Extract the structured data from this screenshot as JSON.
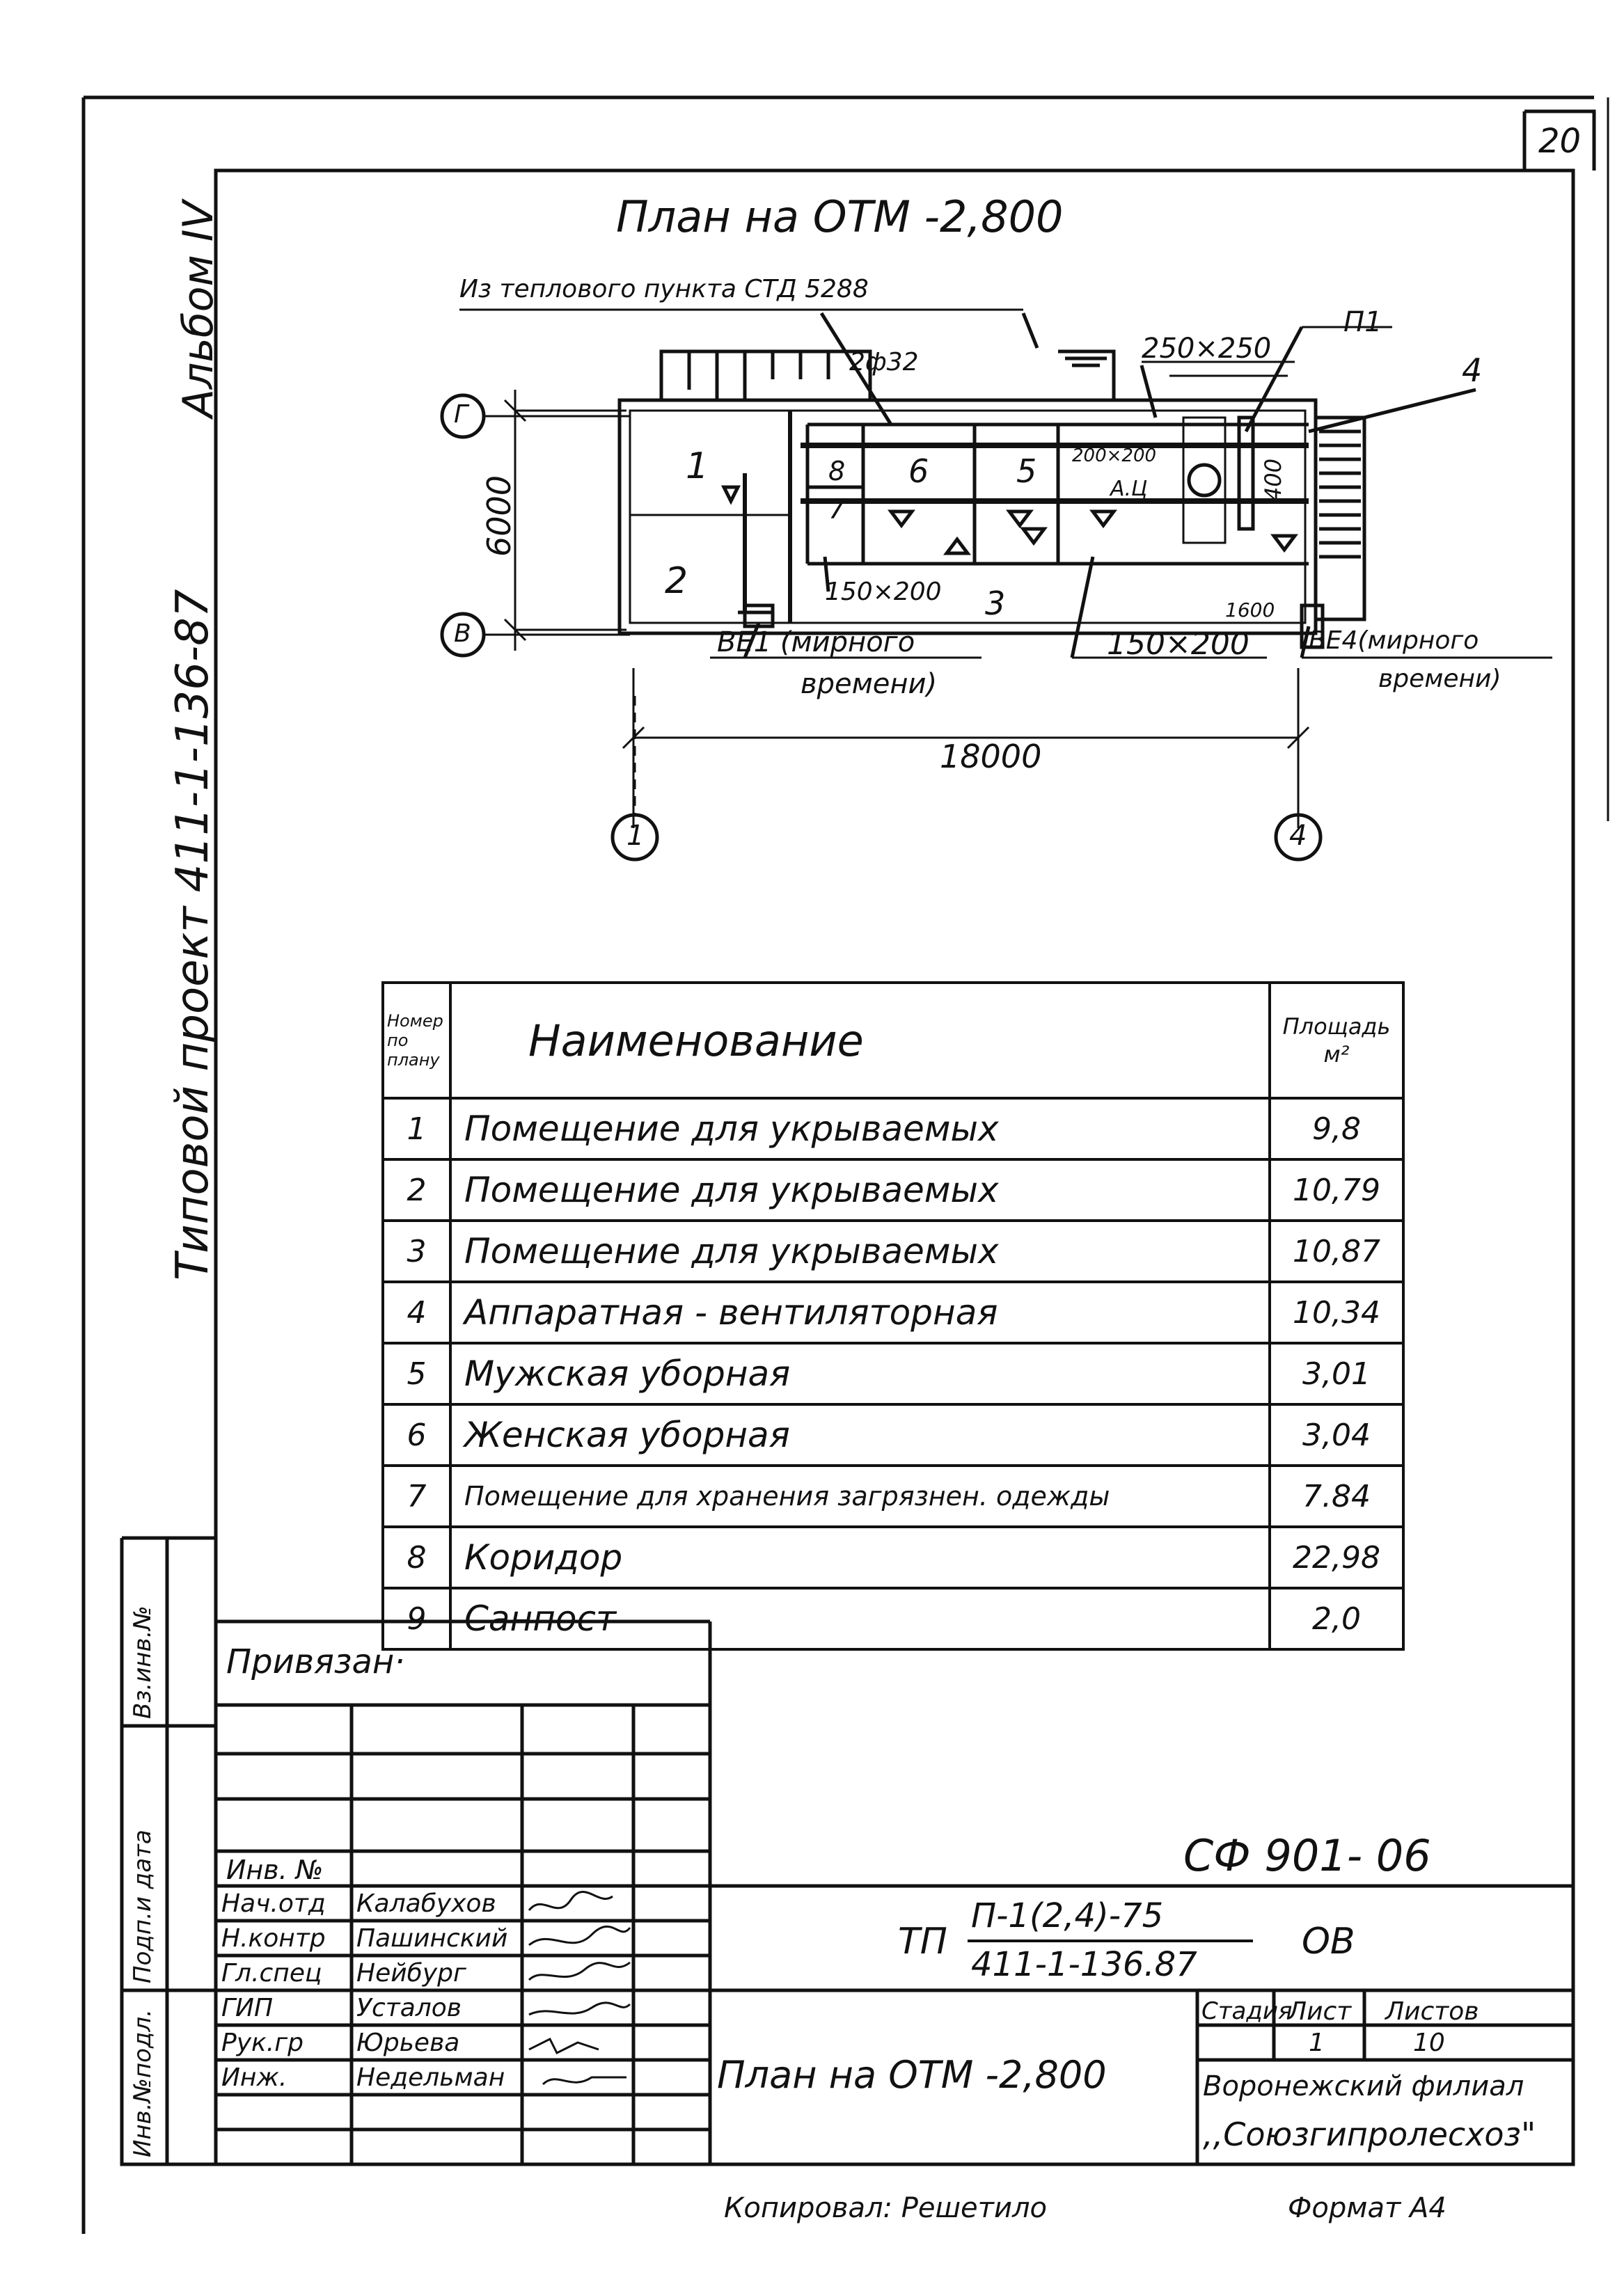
{
  "sheet_number": "20",
  "margin": {
    "album": "Альбом IV",
    "project": "Типовой проект 411-1-136-87",
    "inv_podl_label": "Инв.№подл.",
    "podp_date_label": "Подп.и дата",
    "vz_inv_label": "Вз.инв.№"
  },
  "plan": {
    "title": "План на ОТМ -2,800",
    "note_supply": "Из теплового пункта СТД 5288",
    "note_pipe": "2ф32",
    "note_duct_top": "250×250",
    "note_p1": "П1",
    "room_4": "4",
    "duct_200": "200×200",
    "duct_au": "А.Ц",
    "dim_400": "400",
    "dim_6000": "6000",
    "dim_18000": "18000",
    "dim_1600": "1600",
    "duct_150a": "150×200",
    "duct_150b": "150×200",
    "room_1": "1",
    "room_2": "2",
    "room_3": "3",
    "room_5": "5",
    "room_6": "6",
    "room_7": "7",
    "room_8": "8",
    "axis_g": "Г",
    "axis_v": "В",
    "axis_1": "1",
    "axis_4": "4",
    "be1_line1": "ВЕ1 (мирного",
    "be1_line2": "времени)",
    "be4_line1": "ВЕ4(мирного",
    "be4_line2": "времени)"
  },
  "explication": {
    "col_no": "Номер по плану",
    "col_name": "Наименование",
    "col_area": "Площадь м²",
    "rows": [
      {
        "no": "1",
        "name": "Помещение для укрываемых",
        "area": "9,8"
      },
      {
        "no": "2",
        "name": "Помещение для укрываемых",
        "area": "10,79"
      },
      {
        "no": "3",
        "name": "Помещение для укрываемых",
        "area": "10,87"
      },
      {
        "no": "4",
        "name": "Аппаратная - вентиляторная",
        "area": "10,34"
      },
      {
        "no": "5",
        "name": "Мужская уборная",
        "area": "3,01"
      },
      {
        "no": "6",
        "name": "Женская уборная",
        "area": "3,04"
      },
      {
        "no": "7",
        "name": "Помещение для хранения загрязнен. одежды",
        "area": "7.84"
      },
      {
        "no": "8",
        "name": "Коридор",
        "area": "22,98"
      },
      {
        "no": "9",
        "name": "Санпост",
        "area": "2,0"
      }
    ]
  },
  "stamp": {
    "privyazan": "Привязан·",
    "inv_no": "Инв. №",
    "code": "СФ 901- 06",
    "designation_prefix": "ТП",
    "designation_num": "П-1(2,4)-75",
    "designation_den": "411-1-136.87",
    "designation_suffix": "ОВ",
    "drawing_title": "План на ОТМ -2,800",
    "stage_label": "Стадия",
    "sheet_label": "Лист",
    "sheets_label": "Листов",
    "sheet_value": "1",
    "sheets_value": "10",
    "org_line1": "Воронежский филиал",
    "org_line2": ",,Союзгипролесхоз\"",
    "signers": [
      {
        "role": "Нач.отд",
        "name": "Калабухов"
      },
      {
        "role": "Н.контр",
        "name": "Пашинский"
      },
      {
        "role": "Гл.спец",
        "name": "Нейбург"
      },
      {
        "role": "ГИП",
        "name": "Усталов"
      },
      {
        "role": "Рук.гр",
        "name": "Юрьева"
      },
      {
        "role": "Инж.",
        "name": "Недельман"
      }
    ]
  },
  "footer": {
    "copied": "Копировал: Решетило",
    "format": "Формат А4"
  }
}
